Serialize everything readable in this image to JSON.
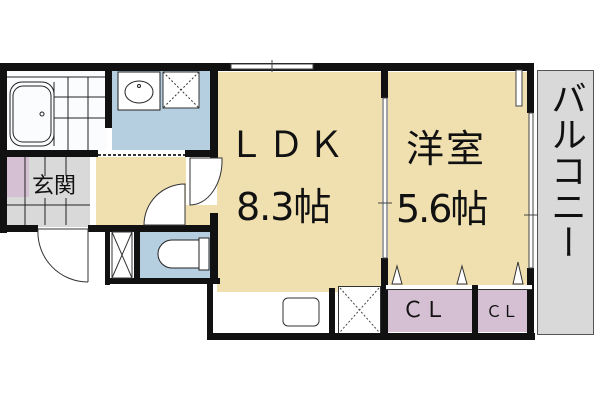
{
  "floor_plan": {
    "rooms": {
      "ldk": {
        "name": "ＬＤＫ",
        "size": "8.3帖"
      },
      "western_room": {
        "name": "洋室",
        "size": "5.6帖"
      },
      "entrance": {
        "name": "玄関"
      },
      "balcony": {
        "name": "バルコニー"
      },
      "closet_large": {
        "name": "ＣＬ"
      },
      "closet_small": {
        "name": "ＣＬ"
      }
    },
    "colors": {
      "living": "#f0e0b0",
      "wet": "#b6cfe0",
      "entrance": "#d9d9d9",
      "closet": "#d5c0d3",
      "balcony": "#d9d9d9",
      "wall": "#111111"
    }
  }
}
